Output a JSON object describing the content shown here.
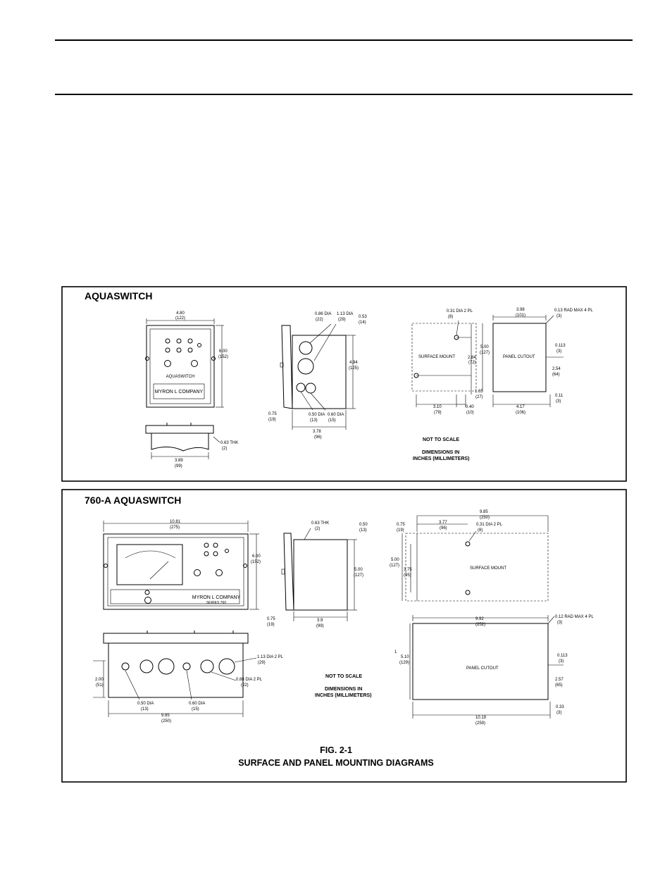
{
  "top_panel": {
    "title": "AQUASWITCH",
    "front_width": "4.80",
    "front_width_mm": "(122)",
    "front_height": "6.00",
    "front_height_mm": "(152)",
    "front_label": "AQUASWITCH",
    "company": "MYRON L COMPANY",
    "bottom_thk": "0.63 THK",
    "bottom_thk_mm": "(2)",
    "bottom_width": "3.89",
    "bottom_width_mm": "(99)",
    "side_dia1": "0.86 DIA",
    "side_dia1_mm": "(22)",
    "side_dia2": "1.13 DIA",
    "side_dia2_mm": "(29)",
    "side_top": "0.53",
    "side_top_mm": "(14)",
    "side_height": "4.94",
    "side_height_mm": "(125)",
    "side_left": "0.75",
    "side_left_mm": "(19)",
    "side_dia3": "0.50 DIA",
    "side_dia3_mm": "(13)",
    "side_dia4": "0.60 DIA",
    "side_dia4_mm": "(15)",
    "side_depth": "3.78",
    "side_depth_mm": "(96)",
    "mount_hole": "0.31 DIA  2 PL",
    "mount_hole_mm": "(8)",
    "cutout_w": "3.98",
    "cutout_w_mm": "(101)",
    "rad": "0.13 RAD MAX  4 PL",
    "rad_mm": "(3)",
    "mount_h": "5.00",
    "mount_h_mm": "(127)",
    "mount_h2": "2.84",
    "mount_h2_mm": "(72)",
    "surface_mount": "SURFACE MOUNT",
    "panel_cutout": "PANEL CUTOUT",
    "d0113": "0.113",
    "d0113_mm": "(3)",
    "d254": "2.54",
    "d254_mm": "(64)",
    "d165": "1.65",
    "d165_mm": "(27)",
    "d011": "0.11",
    "d011_mm": "(3)",
    "d310": "3.10",
    "d310_mm": "(79)",
    "d040": "0.40",
    "d040_mm": "(10)",
    "d417": "4.17",
    "d417_mm": "(106)",
    "not_to_scale": "NOT TO SCALE",
    "dims_in": "DIMENSIONS IN",
    "dims_units": "INCHES (MILLIMETERS)"
  },
  "bottom_panel": {
    "title": "760-A AQUASWITCH",
    "front_width": "10.81",
    "front_width_mm": "(275)",
    "front_height": "6.00",
    "front_height_mm": "(152)",
    "company": "MYRON L COMPANY",
    "series": "SERIES 760",
    "side_thk": "0.63 THK",
    "side_thk_mm": "(2)",
    "side_top": "0.50",
    "side_top_mm": "(13)",
    "side_height": "5.00",
    "side_height_mm": "(127)",
    "side_left": "0.75",
    "side_left_mm": "(19)",
    "side_depth": "3.9",
    "side_depth_mm": "(99)",
    "mount_w": "9.85",
    "mount_w_mm": "(250)",
    "mount_left": "0.75",
    "mount_left_mm": "(19)",
    "mount_hole_x": "3.77",
    "mount_hole_x_mm": "(96)",
    "mount_hole": "0.31 DIA  2 PL",
    "mount_hole_mm": "(8)",
    "mount_h": "5.00",
    "mount_h_mm": "(127)",
    "mount_h2": "3.75",
    "mount_h2_mm": "(95)",
    "surface_mount": "SURFACE MOUNT",
    "cutout_w": "9.92",
    "cutout_w_mm": "(252)",
    "rad": "0.12 RAD MAX  4 PL",
    "rad_mm": "(3)",
    "cutout_h": "5.10",
    "cutout_h_mm": "(129)",
    "panel_cutout": "PANEL CUTOUT",
    "d0113": "0.113",
    "d0113_mm": "(3)",
    "d257": "2.57",
    "d257_mm": "(65)",
    "d033": "0.33",
    "d033_mm": "(3)",
    "cutout_total": "10.19",
    "cutout_total_mm": "(259)",
    "stray_mark": "1",
    "bottom_hole_a": "1.13 DIA  2 PL",
    "bottom_hole_a_mm": "(29)",
    "bottom_hole_b": "0.88 DIA  2 PL",
    "bottom_hole_b_mm": "(22)",
    "bottom_h": "2.00",
    "bottom_h_mm": "(51)",
    "bottom_dia1": "0.50 DIA",
    "bottom_dia1_mm": "(13)",
    "bottom_dia2": "0.60 DIA",
    "bottom_dia2_mm": "(15)",
    "bottom_w": "9.85",
    "bottom_w_mm": "(250)",
    "not_to_scale": "NOT TO SCALE",
    "dims_in": "DIMENSIONS IN",
    "dims_units": "INCHES (MILLIMETERS)"
  },
  "caption": {
    "fig": "FIG. 2-1",
    "title": "SURFACE AND PANEL MOUNTING DIAGRAMS"
  }
}
